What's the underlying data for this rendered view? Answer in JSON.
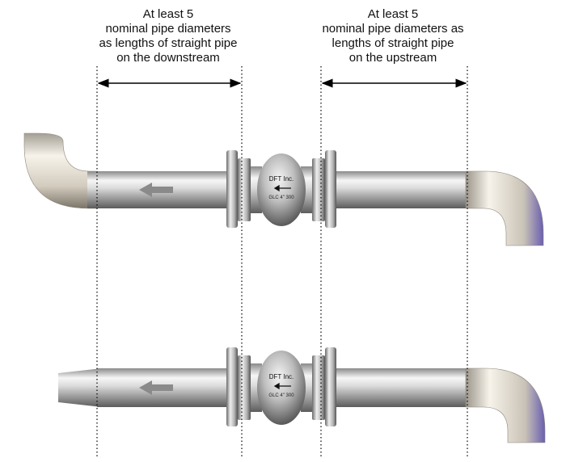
{
  "captions": {
    "downstream": {
      "line1": "At least 5",
      "line2": "nominal pipe diameters",
      "line3": "as lengths of straight pipe",
      "line4": "on the downstream"
    },
    "upstream": {
      "line1": "At least 5",
      "line2": "nominal pipe diameters as",
      "line3": "lengths of straight pipe",
      "line4": "on the upstream"
    }
  },
  "valve": {
    "brand": "DFT Inc.",
    "model": "GLC 4\" 300"
  },
  "colors": {
    "pipe_light": "#f4f4f4",
    "pipe_dark": "#6e6e6e",
    "elbow_light": "#f3efe6",
    "elbow_dark": "#8d8780",
    "elbow_shadow": "#6a5fb0",
    "flow_arrow": "#8a8a8a"
  }
}
